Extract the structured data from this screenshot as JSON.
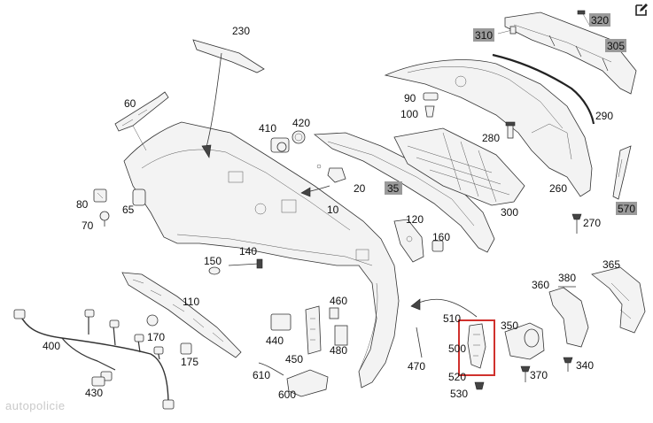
{
  "diagram": {
    "callouts": {
      "c230": "230",
      "c60": "60",
      "c410": "410",
      "c420": "420",
      "c310": "310",
      "c320": "320",
      "c305": "305",
      "c90": "90",
      "c100": "100",
      "c290": "290",
      "c280": "280",
      "c20": "20",
      "c35": "35",
      "c10": "10",
      "c260": "260",
      "c300": "300",
      "c80": "80",
      "c65": "65",
      "c70": "70",
      "c120": "120",
      "c160": "160",
      "c270": "270",
      "c570": "570",
      "c140": "140",
      "c150": "150",
      "c110": "110",
      "c460": "460",
      "c365": "365",
      "c380": "380",
      "c360": "360",
      "c510": "510",
      "c350": "350",
      "c400": "400",
      "c170": "170",
      "c440": "440",
      "c500": "500",
      "c480": "480",
      "c450": "450",
      "c175": "175",
      "c470": "470",
      "c340": "340",
      "c370": "370",
      "c520": "520",
      "c610": "610",
      "c430": "430",
      "c530": "530",
      "c600": "600"
    },
    "highlight_color": "#9a9a9a",
    "selection_color": "#d0312d"
  },
  "toolbar": {
    "edit_icon": "edit-icon"
  },
  "watermark": "autopolicie"
}
